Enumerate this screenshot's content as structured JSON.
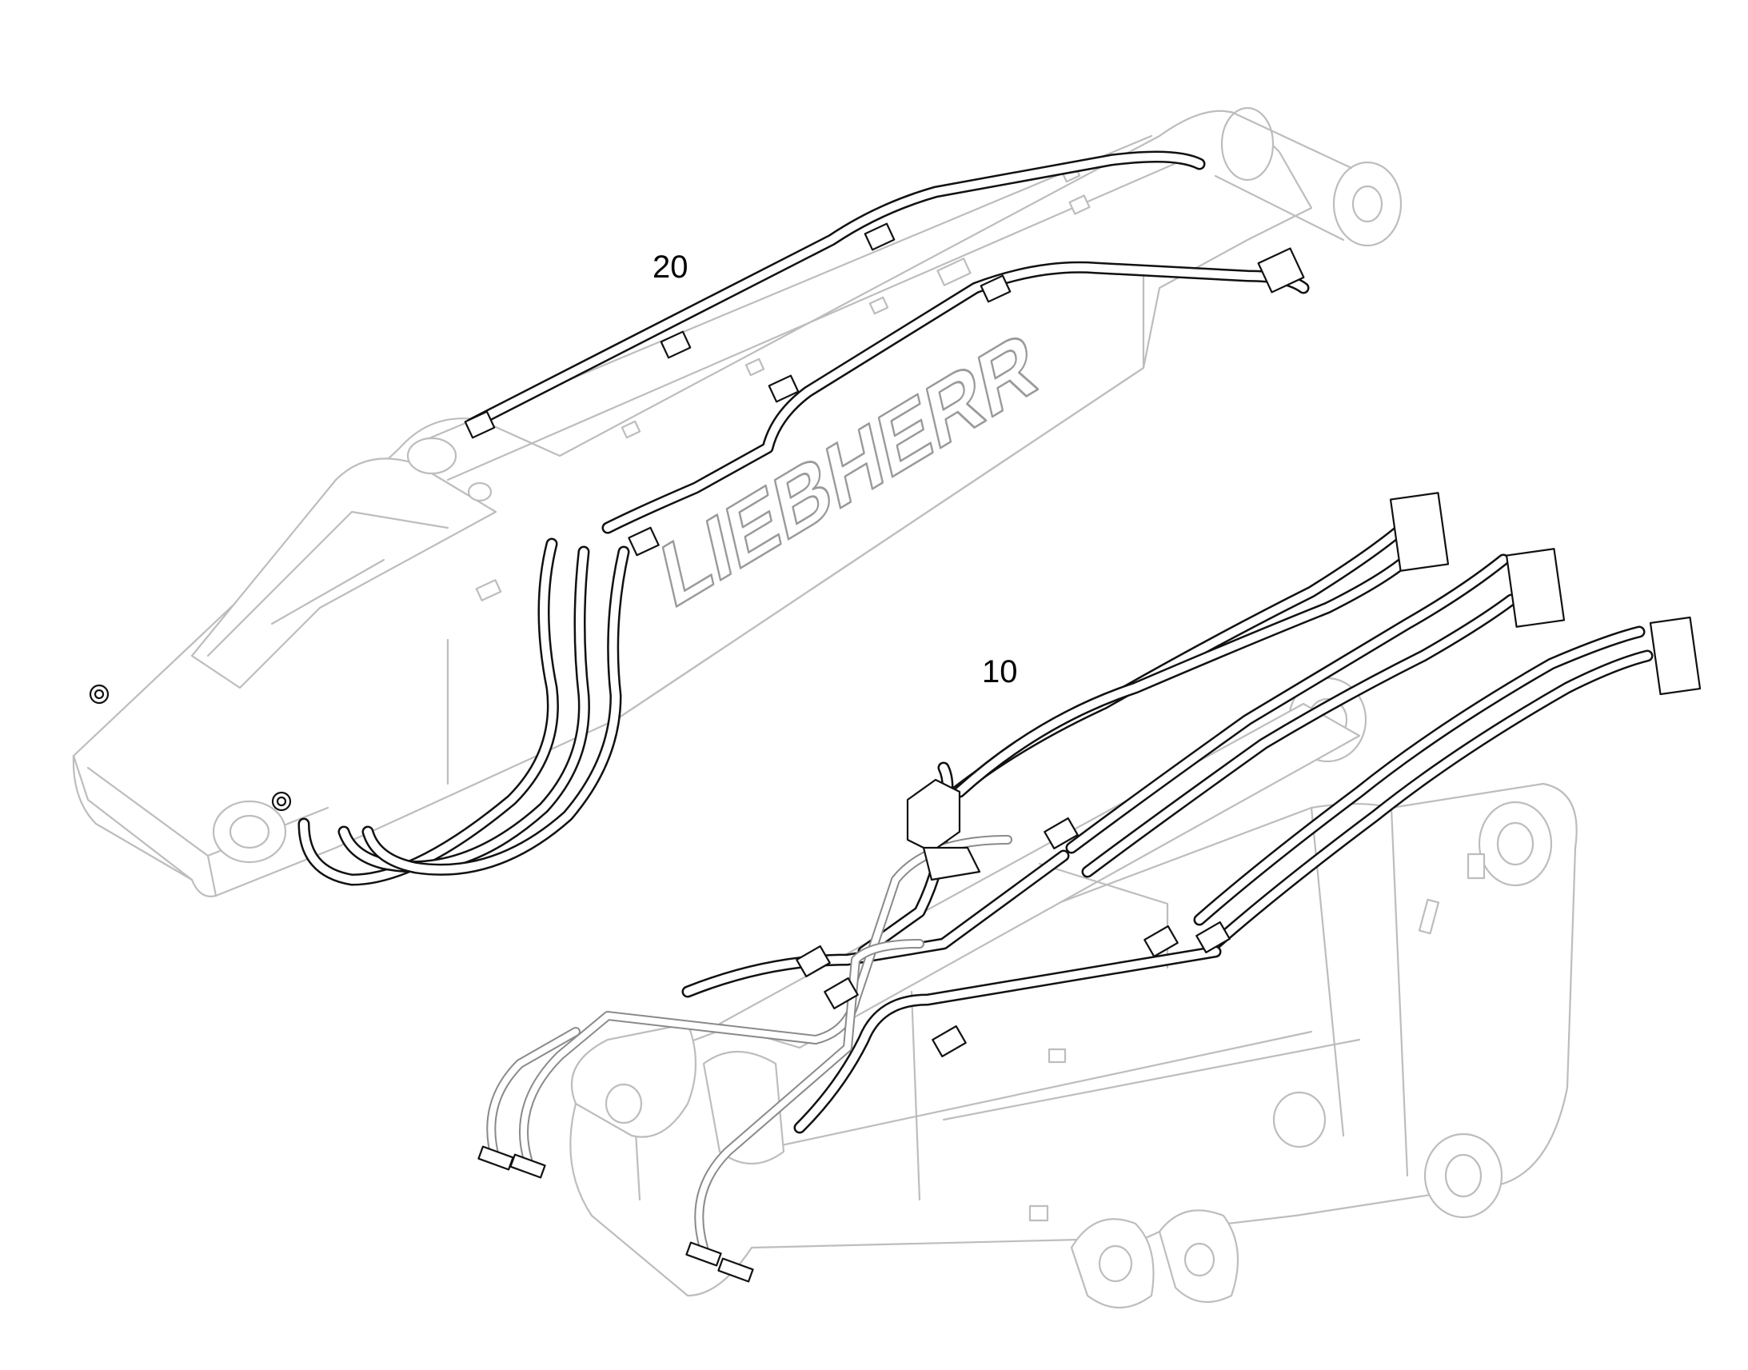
{
  "callouts": {
    "item_20": "20",
    "item_10": "10"
  },
  "branding": {
    "logo_text": "LIEBHERR"
  },
  "colors": {
    "outline_gray": "#bdbdbd",
    "hose_black": "#111111",
    "background": "#ffffff"
  }
}
